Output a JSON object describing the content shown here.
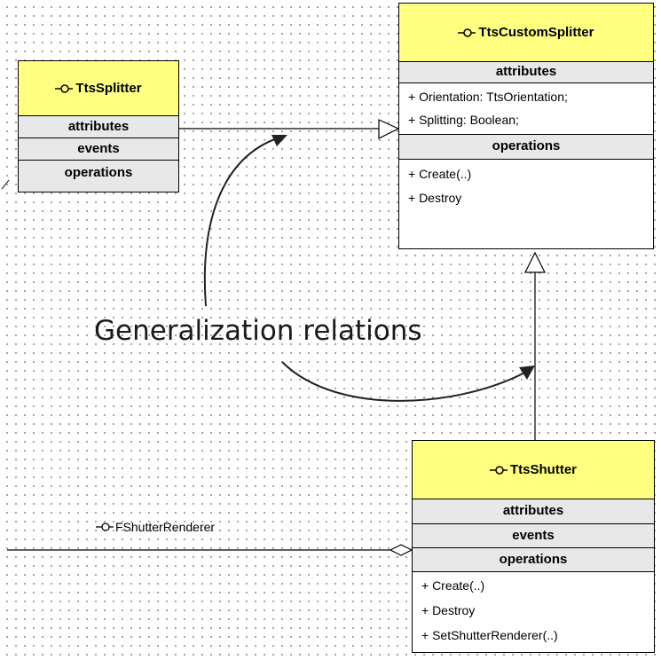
{
  "classes": {
    "custom_splitter": {
      "name": "TtsCustomSplitter",
      "attributes_header": "attributes",
      "attributes": [
        "+ Orientation: TtsOrientation;",
        "+ Splitting: Boolean;"
      ],
      "operations_header": "operations",
      "operations": [
        "+ Create(..)",
        "+ Destroy"
      ]
    },
    "splitter": {
      "name": "TtsSplitter",
      "sections": [
        "attributes",
        "events",
        "operations"
      ]
    },
    "shutter": {
      "name": "TtsShutter",
      "attributes_header": "attributes",
      "events_header": "events",
      "operations_header": "operations",
      "operations": [
        "+ Create(..)",
        "+ Destroy",
        "+ SetShutterRenderer(..)"
      ]
    }
  },
  "annotation": "Generalization relations",
  "association_label": "FShutterRenderer",
  "colors": {
    "class_header": "#ffff80",
    "section": "#e8e8e8"
  },
  "icons": {
    "class_icon": "class-symbol-icon"
  }
}
